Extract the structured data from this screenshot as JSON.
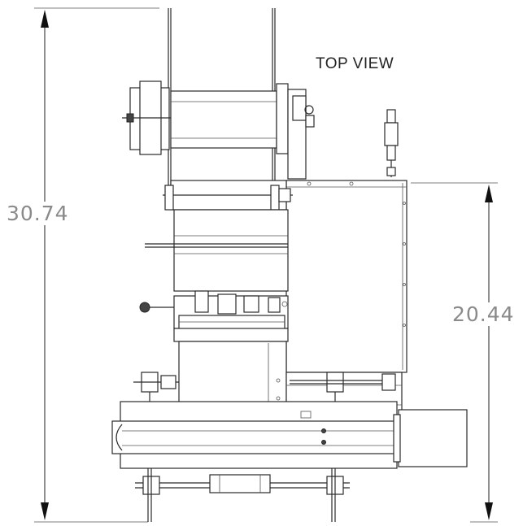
{
  "view_title": "TOP VIEW",
  "dimensions": {
    "overall_height": "30.74",
    "body_height": "20.44"
  }
}
